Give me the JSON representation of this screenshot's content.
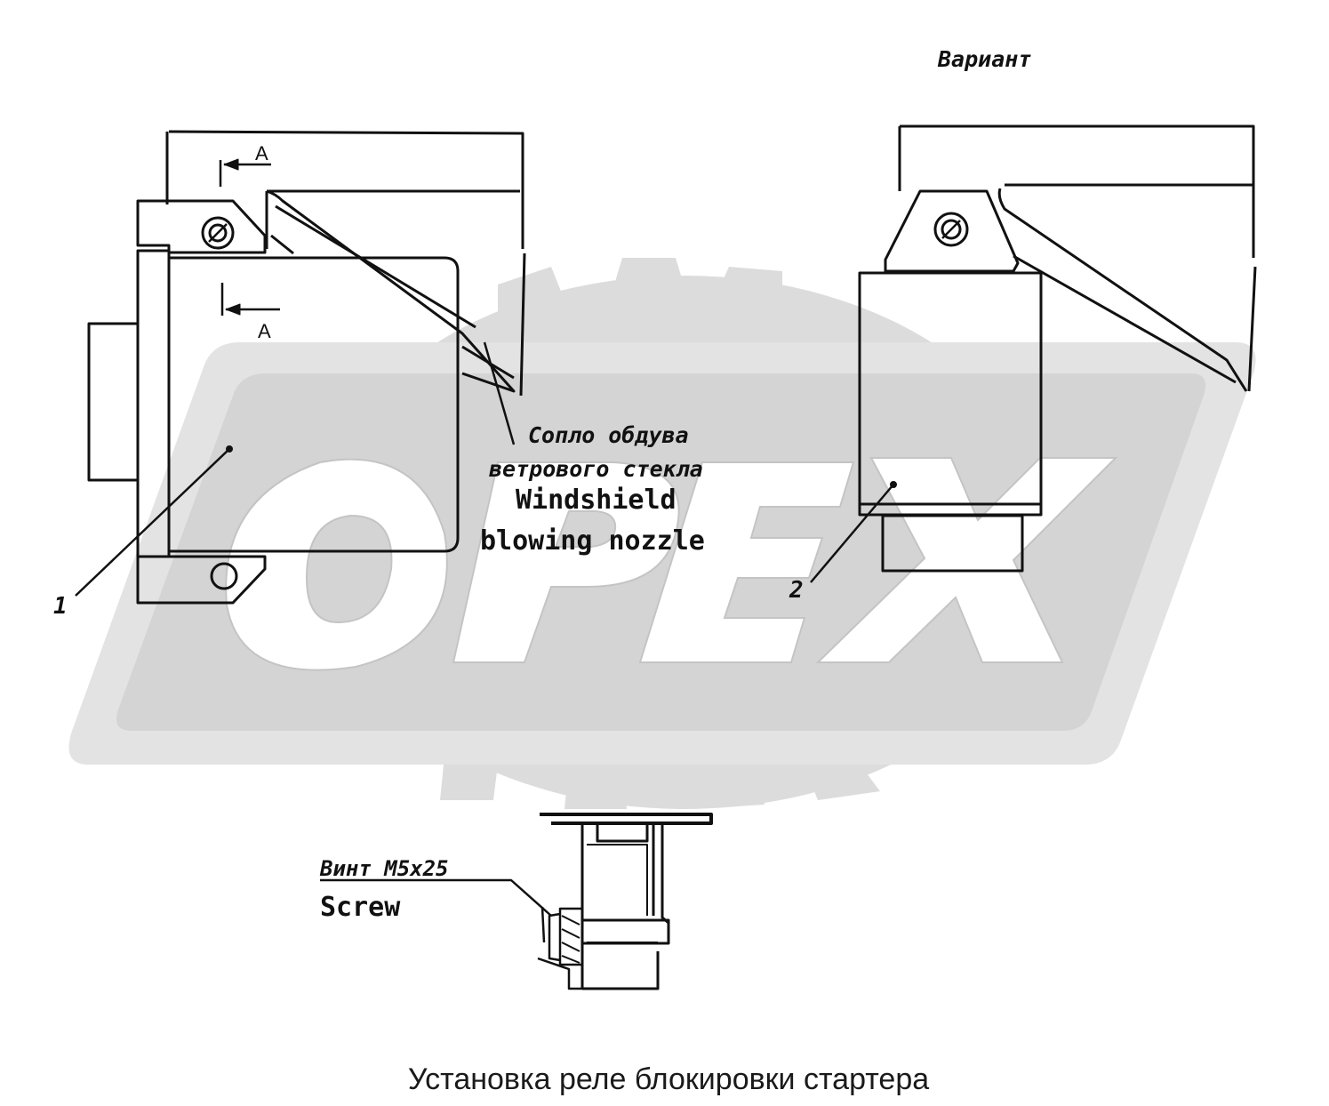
{
  "watermark": {
    "text": "OPEX",
    "color": "#d9d9d9"
  },
  "variant_label": "Вариант",
  "section_marks": {
    "top": "A",
    "bottom": "A"
  },
  "nozzle_label": {
    "ru_line1": "Сопло обдува",
    "ru_line2": "ветрового стекла",
    "en_line1": "Windshield",
    "en_line2": "blowing nozzle"
  },
  "callouts": {
    "item1": "1",
    "item2": "2"
  },
  "screw_label": {
    "ru": "Винт M5x25",
    "en": "Screw"
  },
  "caption": "Установка реле блокировки стартера",
  "colors": {
    "line": "#111111",
    "background": "#ffffff"
  }
}
